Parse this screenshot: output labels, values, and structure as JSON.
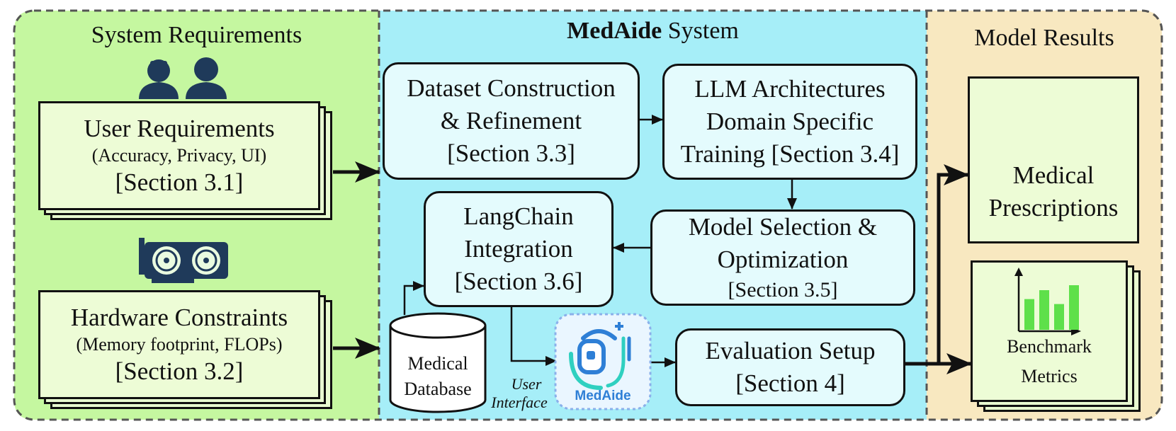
{
  "panels": {
    "left_title": "System Requirements",
    "center_title_bold": "MedAide",
    "center_title_rest": " System",
    "right_title": "Model Results"
  },
  "left": {
    "user_req": {
      "title": "User Requirements",
      "sub": "(Accuracy, Privacy, UI)",
      "section": "[Section 3.1]"
    },
    "hardware": {
      "title": "Hardware Constraints",
      "sub": "(Memory footprint, FLOPs)",
      "section": "[Section 3.2]"
    }
  },
  "center": {
    "dataset": {
      "line1": "Dataset Construction",
      "line2": "& Refinement",
      "section": "[Section 3.3]"
    },
    "llm": {
      "line1": "LLM Architectures",
      "line2": "Domain Specific",
      "line3": "Training [Section 3.4]"
    },
    "model_sel": {
      "line1": "Model Selection &",
      "line2": "Optimization",
      "section": "[Section 3.5]"
    },
    "langchain": {
      "line1": "LangChain",
      "line2": "Integration",
      "section": "[Section 3.6]"
    },
    "database": {
      "line1": "Medical",
      "line2": "Database"
    },
    "user_interface": {
      "line1": "User",
      "line2": "Interface"
    },
    "logo_text": "MedAide",
    "evaluation": {
      "line1": "Evaluation Setup",
      "section": "[Section 4]"
    }
  },
  "right": {
    "prescriptions": {
      "line1": "Medical",
      "line2": "Prescriptions"
    },
    "benchmark": {
      "line1": "Benchmark",
      "line2": "Metrics"
    },
    "bar_chart": {
      "values": [
        0.62,
        0.8,
        0.52,
        0.9
      ],
      "color": "#5ee04a"
    }
  },
  "colors": {
    "left_bg": "#c5f7a0",
    "center_bg": "#a6eef8",
    "right_bg": "#f8e8c0",
    "icon_navy": "#1f3a5a",
    "logo_blue": "#2e7fd6",
    "logo_teal": "#2fd0c0"
  }
}
